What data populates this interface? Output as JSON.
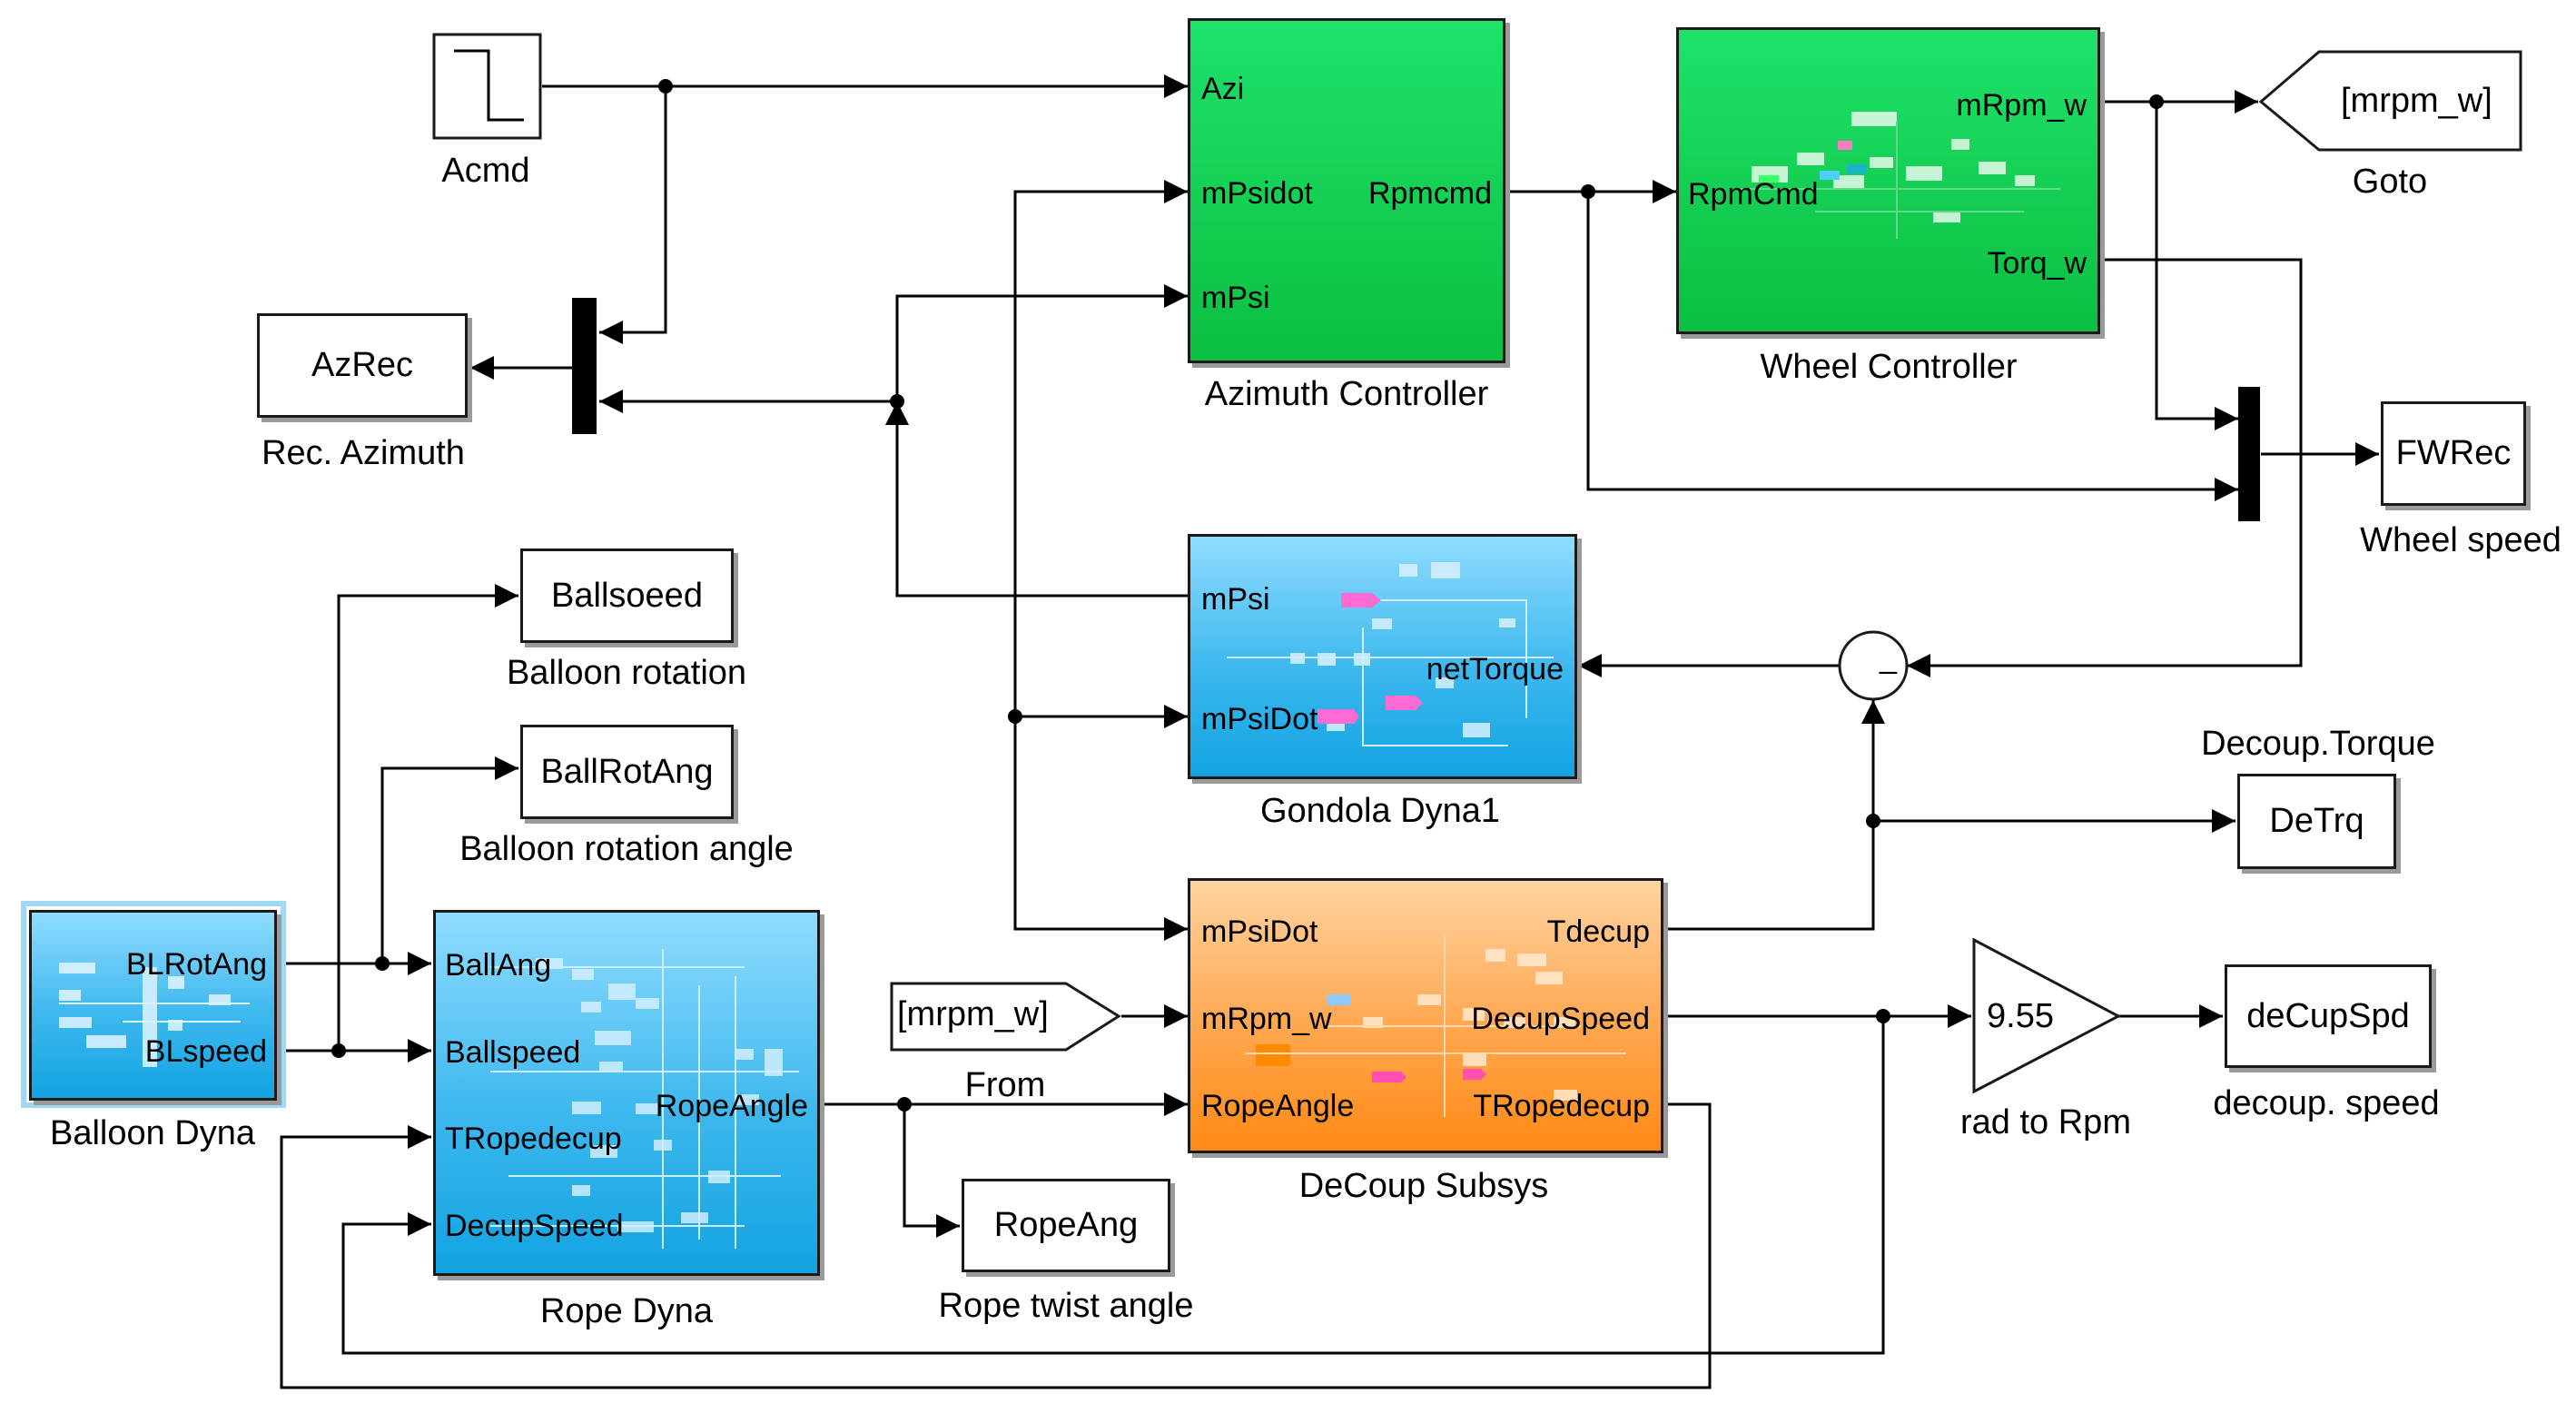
{
  "blocks": {
    "acmd": {
      "label": "Acmd"
    },
    "azrec": {
      "name": "AzRec",
      "label": "Rec. Azimuth"
    },
    "azimuth_controller": {
      "label": "Azimuth Controller",
      "ports_in": [
        "Azi",
        "mPsidot",
        "mPsi"
      ],
      "ports_out": [
        "Rpmcmd"
      ]
    },
    "wheel_controller": {
      "label": "Wheel Controller",
      "ports_in": [
        "RpmCmd"
      ],
      "ports_out": [
        "mRpm_w",
        "Torq_w"
      ]
    },
    "goto": {
      "tag": "[mrpm_w]",
      "label": "Goto"
    },
    "fwrec": {
      "name": "FWRec",
      "label": "Wheel speed"
    },
    "ballsoeed": {
      "name": "Ballsoeed",
      "label": "Balloon rotation"
    },
    "ballrotang": {
      "name": "BallRotAng",
      "label": "Balloon rotation angle"
    },
    "gondola": {
      "label": "Gondola Dyna1",
      "ports_in": [
        "mPsi",
        "mPsiDot"
      ],
      "ports_out": [
        "netTorque"
      ]
    },
    "sum": {
      "sign": "_"
    },
    "detrq": {
      "name": "DeTrq",
      "label": "Decoup.Torque"
    },
    "balloon": {
      "label": "Balloon Dyna",
      "ports_out": [
        "BLRotAng",
        "BLspeed"
      ]
    },
    "rope": {
      "label": "Rope Dyna",
      "ports_in": [
        "BallAng",
        "Ballspeed",
        "TRopedecup",
        "DecupSpeed"
      ],
      "ports_out": [
        "RopeAngle"
      ]
    },
    "from": {
      "tag": "[mrpm_w]",
      "label": "From"
    },
    "decoup": {
      "label": "DeCoup Subsys",
      "ports_in": [
        "mPsiDot",
        "mRpm_w",
        "RopeAngle"
      ],
      "ports_out": [
        "Tdecup",
        "DecupSpeed",
        "TRopedecup"
      ]
    },
    "gain": {
      "value": "9.55",
      "label": "rad to Rpm"
    },
    "decupspd": {
      "name": "deCupSpd",
      "label": "decoup. speed"
    },
    "ropeang": {
      "name": "RopeAng",
      "label": "Rope twist angle"
    }
  },
  "colors": {
    "green": "#12d155",
    "blue": "#33b4ec",
    "orange": "#ff9c3a",
    "line": "#000000"
  }
}
